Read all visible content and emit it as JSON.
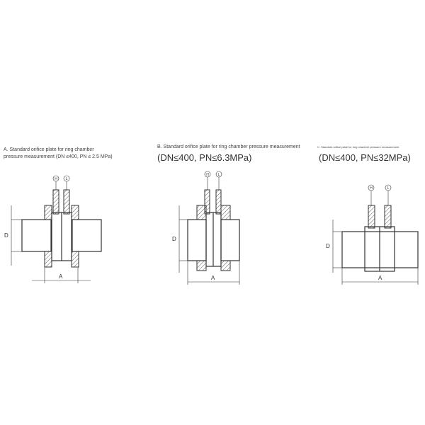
{
  "diagrams": [
    {
      "caption_line1": "A. Standard orifice plate for ring chamber",
      "caption_line2": "pressure measurement (DN ≤400, PN ≤ 2.5 MPa)"
    },
    {
      "caption": "B. Standard orifice plate for ring chamber pressure measurement",
      "rating": "(DN≤400, PN≤6.3MPa)"
    },
    {
      "caption": "C. Standard orifice plate for ring chamber pressure measurement",
      "rating": "(DN≤400, PN≤32MPa)"
    }
  ],
  "labels": {
    "diameter": "D",
    "length": "A",
    "high": "H",
    "low": "L"
  }
}
